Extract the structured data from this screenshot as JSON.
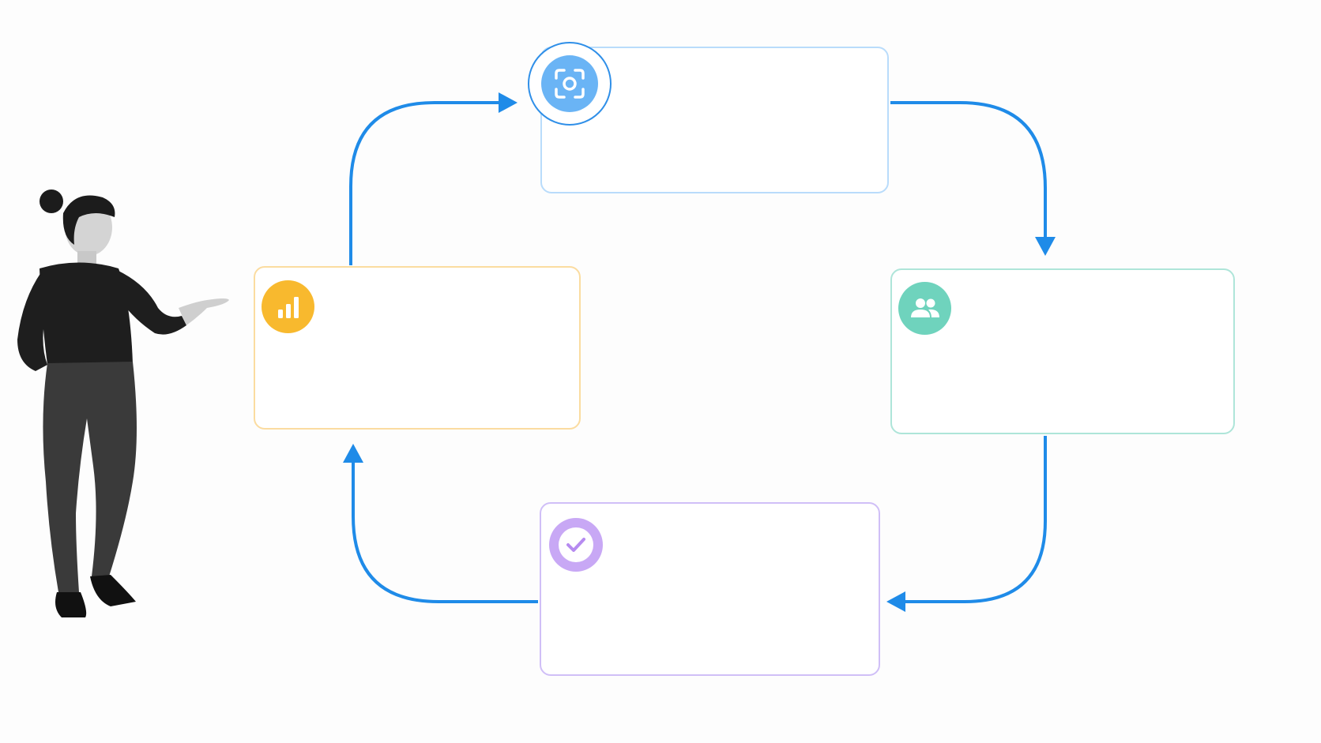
{
  "diagram": {
    "type": "cycle",
    "steps": [
      {
        "id": "focus",
        "icon": "focus-scan-icon",
        "accent": "#6ab4f5",
        "border": "#b9dcfb"
      },
      {
        "id": "team",
        "icon": "people-icon",
        "accent": "#6fd3bd",
        "border": "#aee5d9"
      },
      {
        "id": "verify",
        "icon": "check-circle-icon",
        "accent": "#c8a8f5",
        "border": "#d0bff7"
      },
      {
        "id": "analyze",
        "icon": "bar-chart-icon",
        "accent": "#f8b92e",
        "border": "#fbdca0"
      }
    ],
    "arrow_color": "#1f8be8",
    "flow_direction": "clockwise"
  },
  "illustration": {
    "subject": "person-pointing",
    "style": "black-and-white"
  }
}
